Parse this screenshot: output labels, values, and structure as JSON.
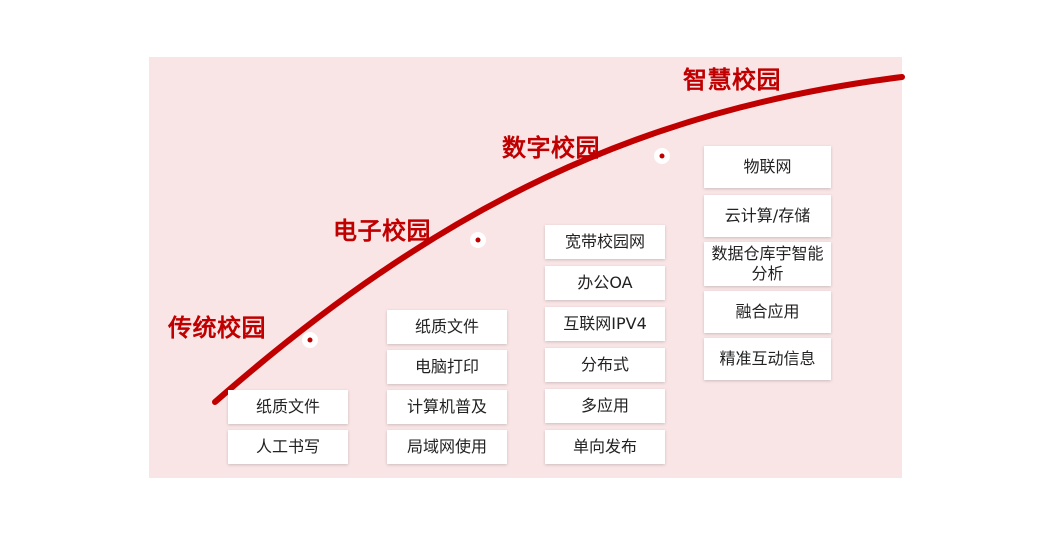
{
  "stages": [
    {
      "title": "传统校园",
      "items": [
        "纸质文件",
        "人工书写"
      ]
    },
    {
      "title": "电子校园",
      "items": [
        "纸质文件",
        "电脑打印",
        "计算机普及",
        "局域网使用"
      ]
    },
    {
      "title": "数字校园",
      "items": [
        "宽带校园网",
        "办公OA",
        "互联网IPV4",
        "分布式",
        "多应用",
        "单向发布"
      ]
    },
    {
      "title": "智慧校园",
      "items": [
        "物联网",
        "云计算/存储",
        "数据仓库宇智能分析",
        "融合应用",
        "精准互动信息"
      ]
    }
  ],
  "colors": {
    "accent": "#c00000",
    "panel_background": "#f9e5e6",
    "box_background": "#ffffff",
    "box_text": "#222222"
  }
}
